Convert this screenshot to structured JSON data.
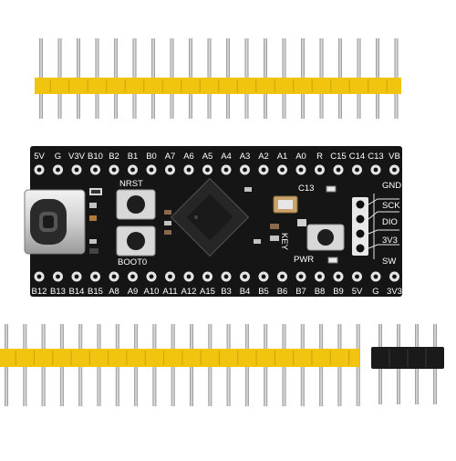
{
  "board": {
    "top_pins": [
      "5V",
      "G",
      "V3V",
      "B10",
      "B2",
      "B1",
      "B0",
      "A7",
      "A6",
      "A5",
      "A4",
      "A3",
      "A2",
      "A1",
      "A0",
      "R",
      "C15",
      "C14",
      "C13",
      "VB"
    ],
    "bottom_pins": [
      "B12",
      "B13",
      "B14",
      "B15",
      "A8",
      "A9",
      "A10",
      "A11",
      "A12",
      "A15",
      "B3",
      "B4",
      "B5",
      "B6",
      "B7",
      "B8",
      "B9",
      "5V",
      "G",
      "3V3"
    ],
    "swd_labels": [
      "GND",
      "SCK",
      "DIO",
      "3V3"
    ],
    "sw_label": "SW",
    "reset_label": "NRST",
    "boot_label": "BOOT0",
    "key_label": "KEY",
    "c13_label": "C13",
    "pwr_label": "PWR",
    "colors": {
      "pcb": "#151515",
      "header_plastic": "#f1c40f",
      "black_header": "#1a1a1a",
      "pin_metal": "#c9c9c9"
    }
  }
}
